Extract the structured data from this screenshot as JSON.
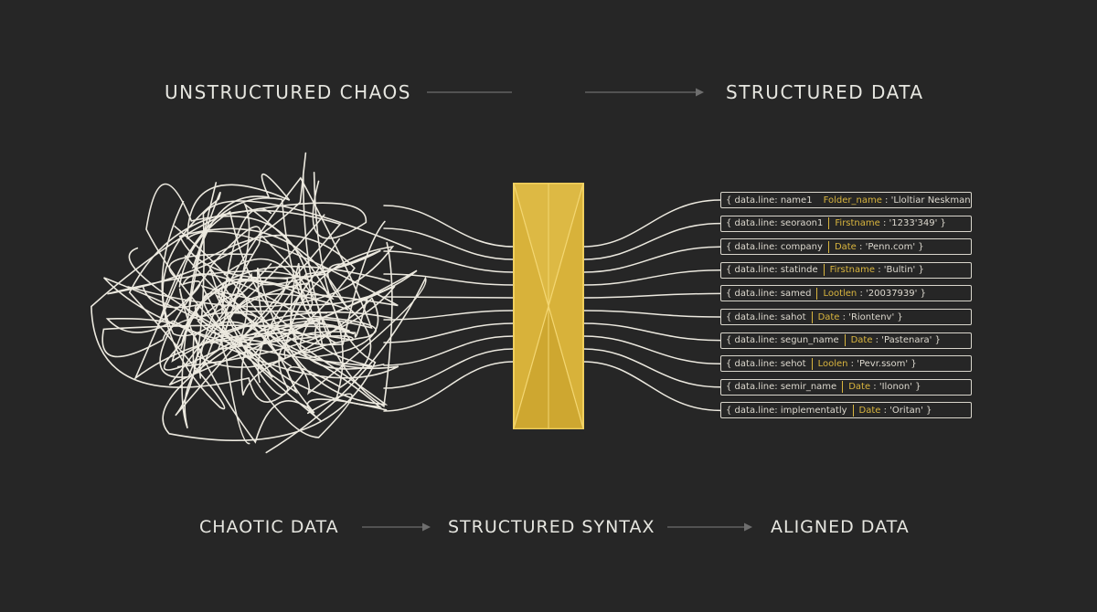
{
  "headings": {
    "left": "UNSTRUCTURED CHAOS",
    "right": "STRUCTURED DATA"
  },
  "captions": {
    "first": "CHAOTIC DATA",
    "second": "STRUCTURED SYNTAX",
    "third": "ALIGNED DATA"
  },
  "colors": {
    "background": "#262626",
    "line": "#ece9df",
    "gold": "#d9b53e",
    "arrow": "#6e6e6e"
  },
  "records": [
    {
      "key": "data.line: name1",
      "field": "Folder_name",
      "value": "'Lloltiar Neskman"
    },
    {
      "key": "data.line: seoraon1",
      "field": "Firstname",
      "value": "'1233'349'"
    },
    {
      "key": "data.line: company",
      "field": "Date",
      "value": "'Penn.com'"
    },
    {
      "key": "data.line: statinde",
      "field": "Firstname",
      "value": "'Bultin'"
    },
    {
      "key": "data.line: samed",
      "field": "Lootlen",
      "value": "'20037939'"
    },
    {
      "key": "data.line: sahot",
      "field": "Date",
      "value": "'Riontenv'"
    },
    {
      "key": "data.line: segun_name",
      "field": "Date",
      "value": "'Pastenara'"
    },
    {
      "key": "data.line: sehot",
      "field": "Loolen",
      "value": "'Pevr.ssom'"
    },
    {
      "key": "data.line: semir_name",
      "field": "Date",
      "value": "'Ilonon'"
    },
    {
      "key": "data.line: implementatly",
      "field": "Date",
      "value": "'Oritan'"
    }
  ]
}
